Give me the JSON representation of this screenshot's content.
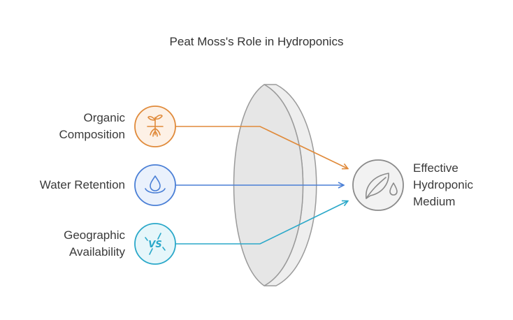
{
  "title": "Peat Moss's Role in Hydroponics",
  "inputs": [
    {
      "lines": [
        "Organic",
        "Composition"
      ],
      "icon": "seedling-roots-icon",
      "color": "#e08a3a",
      "fill": "#fdf1e6"
    },
    {
      "lines": [
        "Water Retention"
      ],
      "icon": "water-drop-icon",
      "color": "#4a7fd6",
      "fill": "#eaf1fc"
    },
    {
      "lines": [
        "Geographic",
        "Availability"
      ],
      "icon": "versus-icon",
      "color": "#2aa8c9",
      "fill": "#e6f6fa"
    }
  ],
  "output": {
    "lines": [
      "Effective",
      "Hydroponic",
      "Medium"
    ],
    "icon": "leaf-drop-icon",
    "color": "#8a8a8a",
    "fill": "#f2f2f2"
  },
  "icon_text": {
    "versus": "VS"
  }
}
